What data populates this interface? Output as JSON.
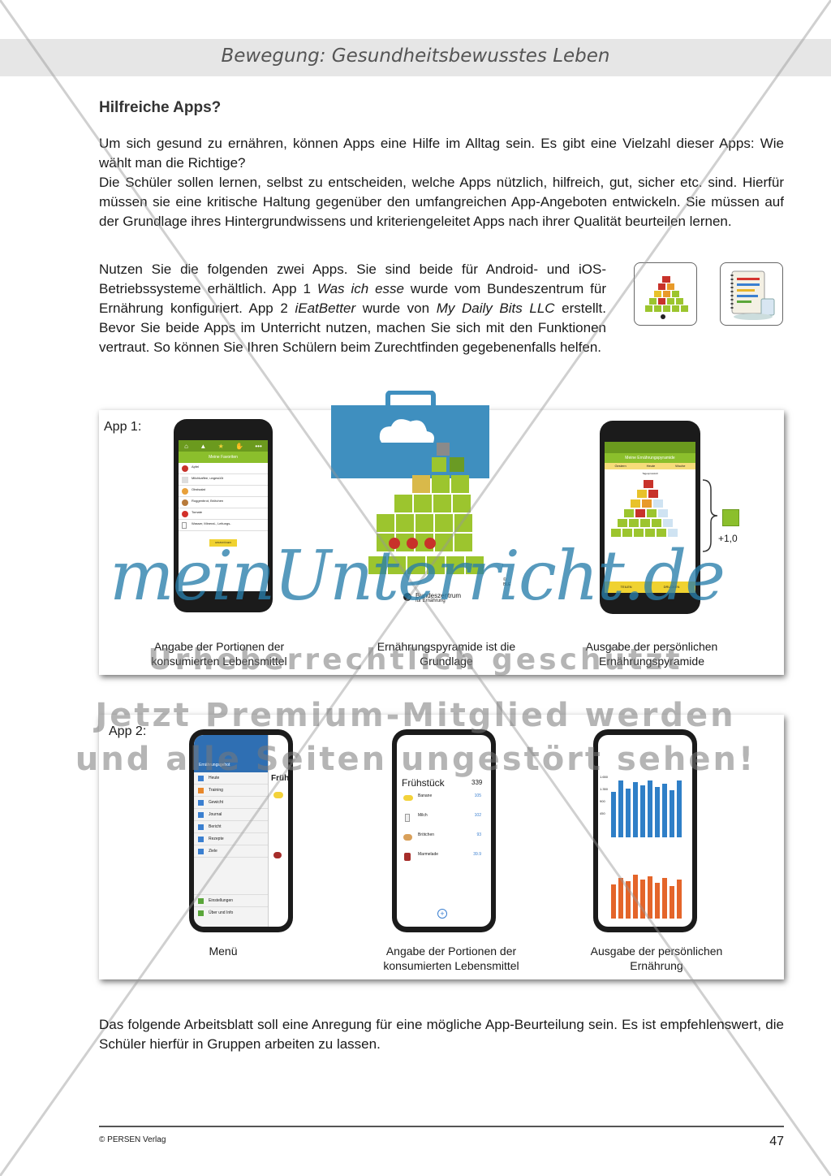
{
  "header": {
    "title": "Bewegung: Gesundheitsbewusstes Leben"
  },
  "heading": "Hilfreiche Apps?",
  "intro": [
    "Um sich gesund zu ernähren, können Apps eine Hilfe im Alltag sein. Es gibt eine Vielzahl dieser Apps: Wie wählt man die Richtige?",
    "Die Schüler sollen lernen, selbst zu entscheiden, welche Apps nützlich, hilfreich, gut, sicher etc. sind. Hierfür müssen sie eine kritische Haltung gegenüber den umfangreichen App-Angeboten entwickeln. Sie müssen auf der Grundlage ihres Hintergrundwissens und kriteriengeleitet Apps nach ihrer Qualität beurteilen lernen."
  ],
  "apps_paragraph": {
    "part1": "Nutzen Sie die folgenden zwei Apps. Sie sind beide für Android- und iOS-Betriebssysteme erhältlich. App 1 ",
    "app1_name": "Was ich esse",
    "part2": " wurde vom Bundeszentrum für Ernährung konfiguriert. App 2 ",
    "app2_name": "iEatBetter",
    "part3": " wurde von ",
    "developer": "My Daily Bits LLC",
    "part4": " erstellt. Bevor Sie beide Apps im Unterricht nutzen, machen Sie sich mit den Funktionen vertraut. So können Sie Ihren Schülern beim Zurechtfinden gegebenenfalls helfen."
  },
  "app1": {
    "label": "App 1:",
    "phone1": {
      "tabs": [
        "⌂",
        "▲",
        "★",
        "✋",
        "•••"
      ],
      "title": "Meine Favoriten",
      "items": [
        "Apfel",
        "Milchkaffee, ungesüßt",
        "Obstsalat",
        "Roggenbrot, Brötchen",
        "Tomate",
        "Wasser, Mineral-, Leitungs-"
      ],
      "button": "HINZUFÜGEN"
    },
    "pyramid": {
      "logo": "Bundeszentrum",
      "logo_sub": "für Ernährung",
      "copyright": "© BLE"
    },
    "phone3": {
      "title": "Meine Ernährungspyramide",
      "tabs": [
        "Gestern",
        "Heute",
        "Woche"
      ],
      "tag": "Tagesprotokoll",
      "footer": [
        "TEILEN",
        "DRUCKEN"
      ]
    },
    "plus": "+1,0",
    "captions": [
      "Angabe der Portionen der konsumierten Lebensmittel",
      "Ernährungspyramide ist die Grundlage",
      "Ausgabe der persönlichen Ernährungspyramide"
    ]
  },
  "app2": {
    "label": "App 2:",
    "phone1": {
      "title": "Ernährungsgebot",
      "menu": [
        "Heute",
        "Training",
        "Gewicht",
        "Journal",
        "Bericht",
        "Rezepte",
        "Ziele"
      ],
      "bottom": [
        "Einstellungen",
        "Über und Info"
      ],
      "peek": "Früh"
    },
    "phone2": {
      "title": "Frühstück",
      "total": "339",
      "items": [
        {
          "name": "Banane",
          "kcal": "105"
        },
        {
          "name": "Milch",
          "kcal": "102"
        },
        {
          "name": "Brötchen",
          "kcal": "93"
        },
        {
          "name": "Marmelade",
          "kcal": "39.9"
        }
      ]
    },
    "phone3": {
      "y_labels": [
        "1.650",
        "1.350",
        "900",
        "450"
      ]
    },
    "captions": [
      "Menü",
      "Angabe der Portionen der konsumierten Lebensmittel",
      "Ausgabe der persönlichen Ernährung"
    ]
  },
  "watermark": {
    "logo": "meinUnterricht.de",
    "line1": "Urheberrechtlich geschützt",
    "line2": "Jetzt Premium-Mitglied werden",
    "line3": "und alle Seiten ungestört sehen!"
  },
  "final_paragraph": "Das folgende Arbeitsblatt soll eine Anregung für eine mögliche App-Beurteilung sein. Es ist empfehlenswert, die Schüler hierfür in Gruppen arbeiten zu lassen.",
  "footer": {
    "publisher": "© PERSEN Verlag",
    "page_number": "47"
  }
}
